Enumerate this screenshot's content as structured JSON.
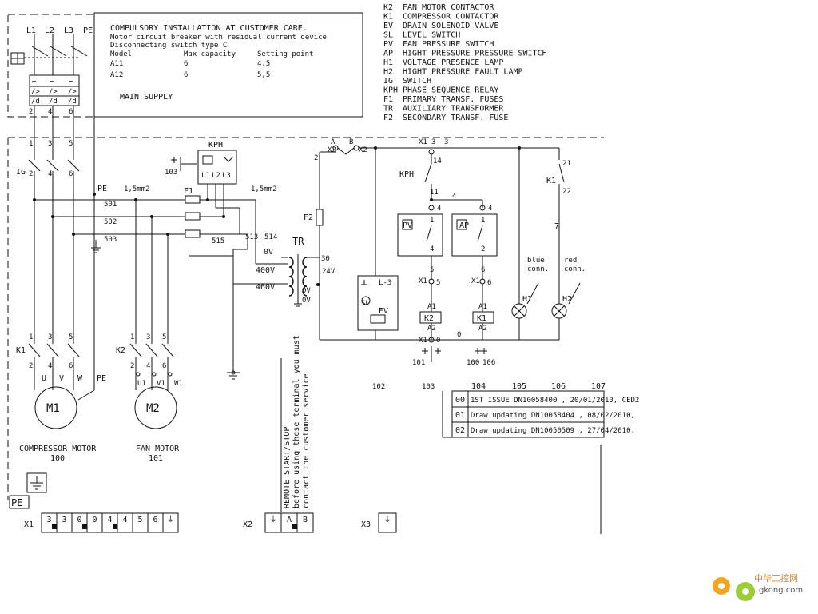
{
  "legend": [
    {
      "code": "K2",
      "desc": "FAN MOTOR CONTACTOR"
    },
    {
      "code": "K1",
      "desc": "COMPRESSOR CONTACTOR"
    },
    {
      "code": "EV",
      "desc": "DRAIN SOLENOID VALVE"
    },
    {
      "code": "SL",
      "desc": "LEVEL SWITCH"
    },
    {
      "code": "PV",
      "desc": "FAN PRESSURE SWITCH"
    },
    {
      "code": "AP",
      "desc": "HIGHT PRESSURE PRESSURE SWITCH"
    },
    {
      "code": "H1",
      "desc": "VOLTAGE PRESENCE LAMP"
    },
    {
      "code": "H2",
      "desc": "HIGHT PRESSURE FAULT LAMP"
    },
    {
      "code": "IG",
      "desc": "SWITCH"
    },
    {
      "code": "KPH",
      "desc": "PHASE SEQUENCE RELAY"
    },
    {
      "code": "F1",
      "desc": "PRIMARY TRANSF. FUSES"
    },
    {
      "code": "TR",
      "desc": "AUXILIARY TRANSFORMER"
    },
    {
      "code": "F2",
      "desc": "SECONDARY TRANSF. FUSE"
    }
  ],
  "install_note": {
    "title": "COMPULSORY INSTALLATION AT CUSTOMER CARE.",
    "line1": "Motor circuit breaker with residual current device",
    "line2": "Disconnecting switch type C",
    "headers": [
      "Model",
      "Max capacity",
      "Setting point"
    ],
    "rows": [
      [
        "A11",
        "6",
        "4,5"
      ],
      [
        "A12",
        "6",
        "5,5"
      ]
    ],
    "main_supply": "MAIN SUPPLY"
  },
  "supply": {
    "L1": "L1",
    "L2": "L2",
    "L3": "L3",
    "PE": "PE"
  },
  "labels": {
    "kph": "KPH",
    "ig": "IG",
    "pe": "PE",
    "pe2": "PE",
    "pe_box": "PE",
    "f1": "F1",
    "wire_501": "501",
    "wire_502": "502",
    "wire_503": "503",
    "wire_513": "513",
    "wire_514": "514",
    "wire_515": "515",
    "mm_left": "1,5mm2",
    "mm_right": "1,5mm2",
    "tr": "TR",
    "v0a": "0V",
    "v400": "400V",
    "v460": "460V",
    "v24": "24V",
    "v0b": "0V",
    "v0c": "0V",
    "n30": "30",
    "f2": "F2",
    "k1_mid": "K1",
    "k2_mid": "K2",
    "u": "U",
    "v": "V",
    "w": "W",
    "u1": "U1",
    "v1": "V1",
    "w1": "W1",
    "m1": "M1",
    "m2": "M2",
    "compressor_motor": "COMPRESSOR MOTOR",
    "n100": "100",
    "fan_motor": "FAN MOTOR",
    "n101": "101",
    "remote_1": "REMOTE START/STOP",
    "remote_2": "before using these terminal you must",
    "remote_3": "contact the customer service",
    "n102": "102",
    "n103": "103",
    "term_103": "103",
    "n2": "2",
    "a": "A",
    "b": "B",
    "x2a": "X2",
    "x2b": "X2",
    "x1_3": "X1",
    "n3": "3",
    "n3b": "3",
    "n14": "14",
    "kph_c": "KPH",
    "n11": "11",
    "n4": "4",
    "n4a": "4",
    "n4b": "4",
    "pv": "PV",
    "ap": "AP",
    "n1a": "1",
    "n1b": "1",
    "n4c": "4",
    "n2b": "2",
    "n5": "5",
    "n6": "6",
    "x1_5": "X1",
    "n5b": "5",
    "x1_6": "X1",
    "n6b": "6",
    "k2c": "K2",
    "k1c": "K1",
    "a1a": "A1",
    "a2a": "A2",
    "a1b": "A1",
    "a2b": "A2",
    "x1_0": "X1",
    "n0": "0",
    "n0b": "0",
    "term_101": "101",
    "term_100": "100",
    "term_106": "106",
    "l3": "L-3",
    "sl": "SL",
    "ev": "EV",
    "k1r": "K1",
    "n21": "21",
    "n22": "22",
    "n7": "7",
    "blue": "blue",
    "blue2": "conn.",
    "red": "red",
    "red2": "conn.",
    "h1": "H1",
    "h2": "H2",
    "n104": "104",
    "n105": "105",
    "n106": "106",
    "n107": "107"
  },
  "revisions": [
    {
      "rev": "00",
      "text": "1ST ISSUE DN10058400 , 20/01/2010, CED2"
    },
    {
      "rev": "01",
      "text": "Draw updating DN10058404 , 08/02/2010,"
    },
    {
      "rev": "02",
      "text": "Draw updating DN10050509 , 27/04/2010,"
    }
  ],
  "terminals": {
    "x1": {
      "label": "X1",
      "cells": [
        "3",
        "3",
        "0",
        "0",
        "4",
        "4",
        "5",
        "6",
        "⏚"
      ]
    },
    "x2": {
      "label": "X2",
      "cells": [
        "⏚",
        "A",
        "B"
      ]
    },
    "x3": {
      "label": "X3",
      "cells": [
        "⏚"
      ]
    }
  },
  "watermark": {
    "cn": "中华工控网",
    "url": "gkong.com"
  }
}
